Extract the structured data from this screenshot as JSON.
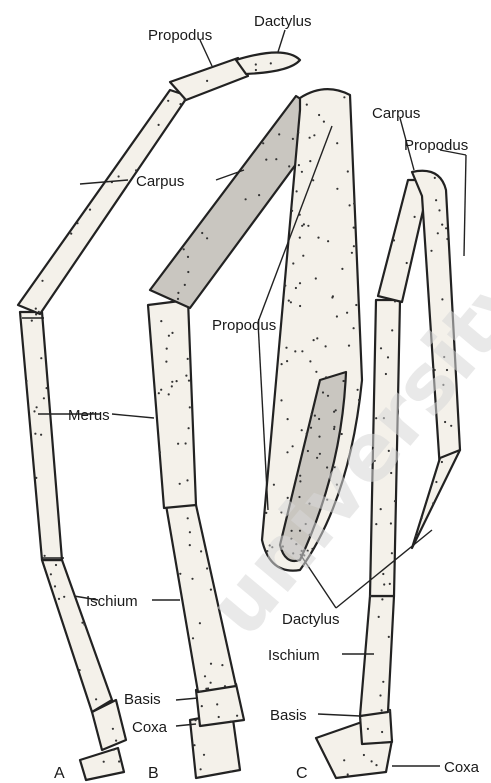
{
  "figure": {
    "leg_a": {
      "letter": "A",
      "labels": {
        "propodus": "Propodus",
        "dactylus": "Dactylus",
        "carpus": "Carpus",
        "merus": "Merus",
        "ischium": "Ischium",
        "basis": "Basis",
        "coxa": "Coxa"
      }
    },
    "leg_b": {
      "letter": "B",
      "labels": {
        "propodus": "Propodus",
        "dactylus": "Dactylus"
      }
    },
    "leg_c": {
      "letter": "C",
      "labels": {
        "carpus": "Carpus",
        "propodus": "Propodus",
        "ischium": "Ischium",
        "basis": "Basis",
        "coxa": "Coxa"
      }
    },
    "watermark": "university"
  }
}
